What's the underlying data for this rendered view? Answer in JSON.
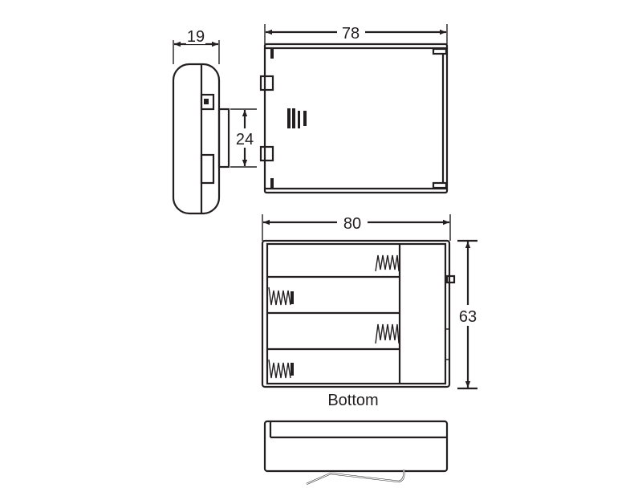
{
  "dimensions": {
    "side_width": "19",
    "contact_height": "24",
    "top_width": "78",
    "bottom_width": "80",
    "bottom_height": "63"
  },
  "views": {
    "bottom_label": "Bottom"
  },
  "colors": {
    "line": "#231f20",
    "background": "#ffffff"
  }
}
